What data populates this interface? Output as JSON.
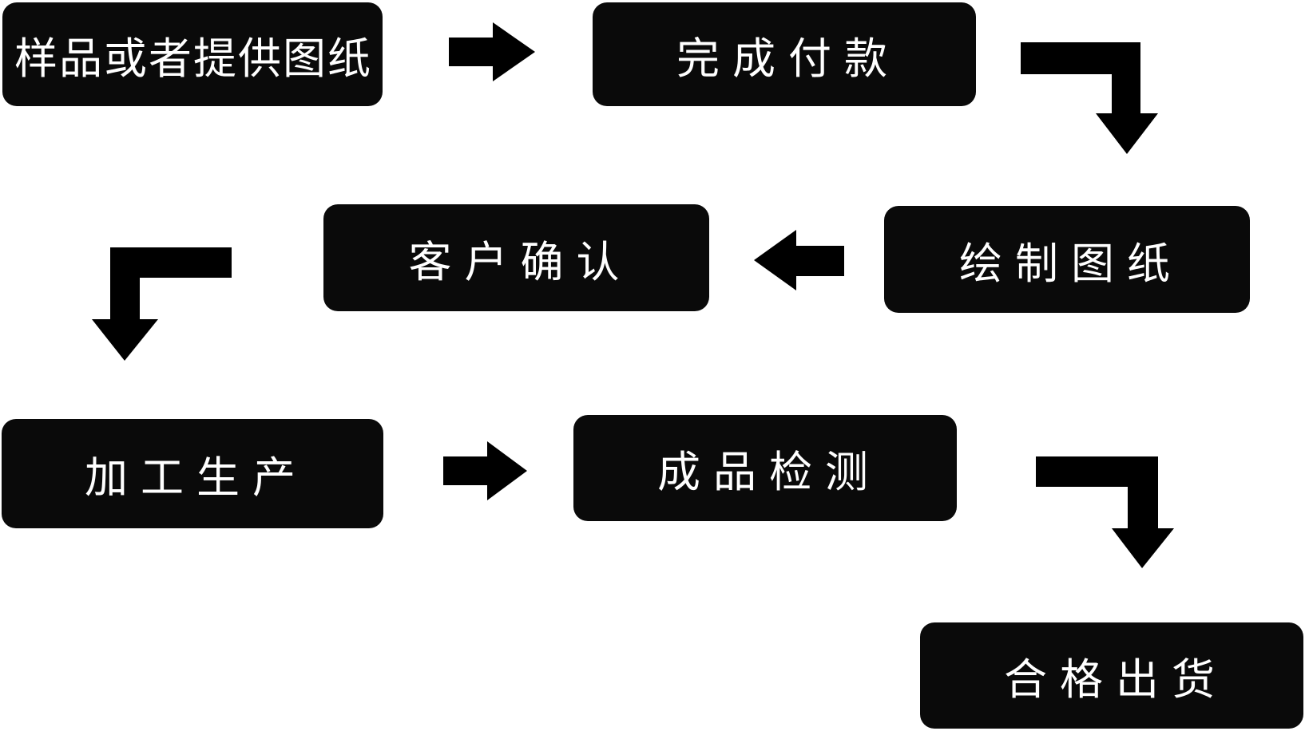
{
  "diagram": {
    "type": "flowchart",
    "background_color": "#ffffff",
    "node_fill_color": "#0a0a0a",
    "node_text_color": "#ffffff",
    "arrow_color": "#000000",
    "nodes": [
      {
        "id": "sample",
        "label": "样品或者提供图纸"
      },
      {
        "id": "payment",
        "label": "完成付款"
      },
      {
        "id": "draw",
        "label": "绘制图纸"
      },
      {
        "id": "confirm",
        "label": "客户确认"
      },
      {
        "id": "production",
        "label": "加工生产"
      },
      {
        "id": "inspection",
        "label": "成品检测"
      },
      {
        "id": "shipment",
        "label": "合格出货"
      }
    ],
    "connectors": [
      {
        "from": "sample",
        "to": "payment",
        "shape": "straight-right-arrow"
      },
      {
        "from": "payment",
        "to": "draw",
        "shape": "elbow-down-arrow"
      },
      {
        "from": "draw",
        "to": "confirm",
        "shape": "straight-left-arrow"
      },
      {
        "from": "confirm",
        "to": "production",
        "shape": "elbow-down-arrow"
      },
      {
        "from": "production",
        "to": "inspection",
        "shape": "straight-right-arrow"
      },
      {
        "from": "inspection",
        "to": "shipment",
        "shape": "elbow-down-arrow"
      }
    ]
  }
}
